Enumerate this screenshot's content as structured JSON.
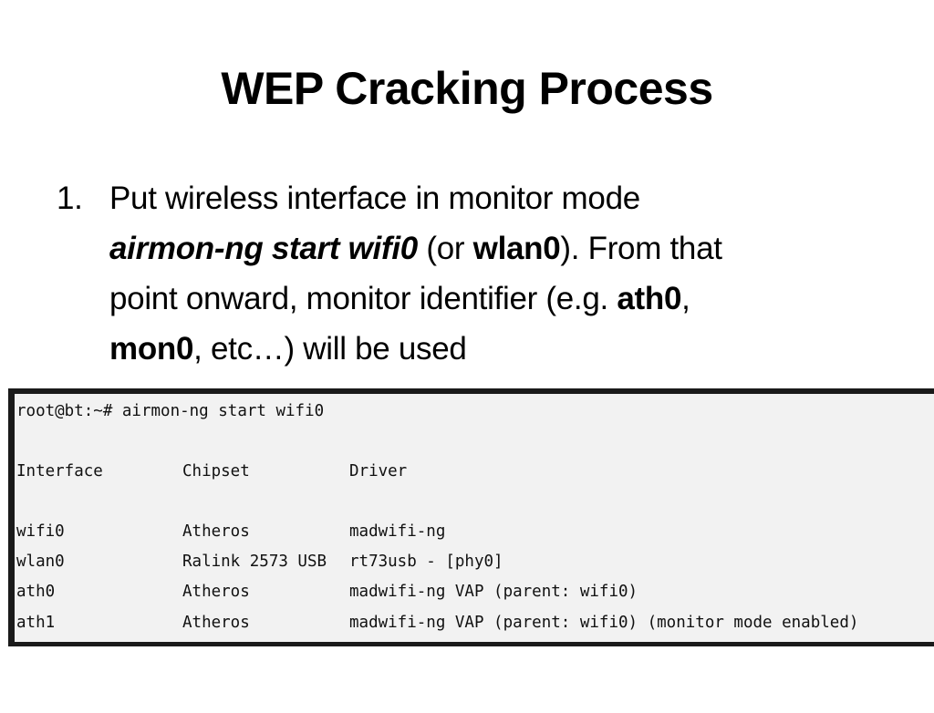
{
  "slide": {
    "title": "WEP Cracking Process",
    "bullet": {
      "number": "1.",
      "line1": "Put wireless interface in monitor mode",
      "cmd": "airmon-ng start wifi0",
      "or_open": " (or ",
      "wlan": "wlan0",
      "after_wlan": ").  From that",
      "line3_start": "point onward, monitor identifier (e.g. ",
      "ath": "ath0",
      "comma": ",",
      "mon": "mon0",
      "line4_end": ", etc…) will be used"
    }
  },
  "terminal": {
    "prompt_line": "root@bt:~# airmon-ng start wifi0",
    "headers": [
      "Interface",
      "Chipset",
      "Driver"
    ],
    "rows": [
      [
        "wifi0",
        "Atheros",
        "madwifi-ng"
      ],
      [
        "wlan0",
        "Ralink 2573 USB",
        "rt73usb - [phy0]"
      ],
      [
        "ath0",
        "Atheros",
        "madwifi-ng VAP (parent: wifi0)"
      ],
      [
        "ath1",
        "Atheros",
        "madwifi-ng VAP (parent: wifi0) (monitor mode enabled)"
      ]
    ]
  }
}
